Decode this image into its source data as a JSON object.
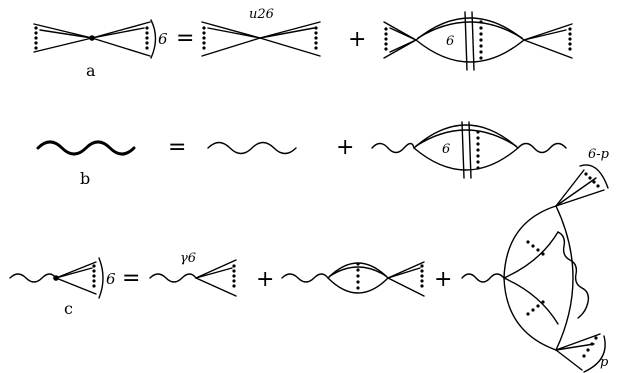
{
  "rows": {
    "a": {
      "label": "a",
      "sigma_bracket": "6",
      "equals": "=",
      "vertex_label": "u26",
      "plus": "+",
      "loop_label": "6"
    },
    "b": {
      "label": "b",
      "equals": "=",
      "plus": "+",
      "loop_label": "6"
    },
    "c": {
      "label": "c",
      "sigma_bracket": "6",
      "equals": "=",
      "vertex_label": "γ6",
      "plus_1": "+",
      "plus_2": "+",
      "upper_label": "6-p",
      "lower_label": "p"
    }
  }
}
